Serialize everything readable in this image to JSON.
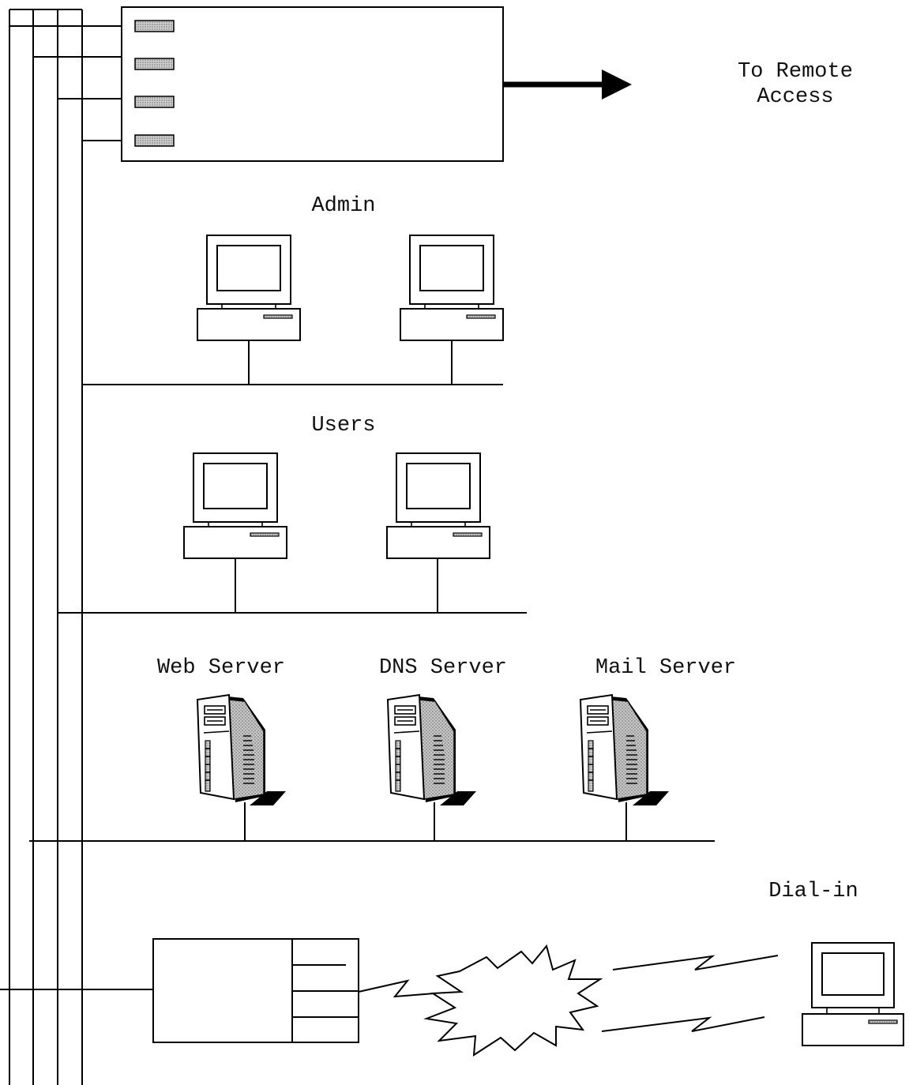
{
  "labels": {
    "remote_access_line1": "To Remote",
    "remote_access_line2": "Access",
    "admin": "Admin",
    "users": "Users",
    "web_server": "Web Server",
    "dns_server": "DNS Server",
    "mail_server": "Mail Server",
    "dial_in": "Dial-in"
  },
  "icons": {
    "router": "router-icon",
    "workstation": "desktop-computer-icon",
    "server": "tower-server-icon",
    "modem_bank": "access-server-icon",
    "network_cloud": "cloud-burst-icon",
    "dial_link": "lightning-link-icon"
  },
  "colors": {
    "line": "#000000",
    "port_fill": "#a9a9a9",
    "server_shade": "#bdbdbd",
    "background": "#ffffff"
  }
}
